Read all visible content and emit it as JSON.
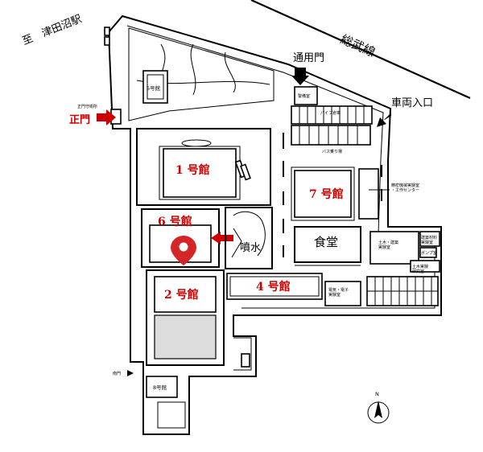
{
  "labels": {
    "to_station": "至　津田沼駅",
    "railway": "総武線",
    "main_gate": "正門",
    "main_guard": "正門守衛所",
    "service_gate": "通用門",
    "vehicle_entrance": "車両入口",
    "south_gate": "南門",
    "fountain": "噴水",
    "cafeteria": "食堂",
    "north": "N"
  },
  "buildings": {
    "hall1": "1 号館",
    "hall2": "2 号館",
    "hall4": "4 号館",
    "hall6": "6 号館",
    "hall7": "7 号館",
    "hall5": "5号館",
    "hall8": "8号館",
    "precision_lab": "精密機械実験室\n・工作センター",
    "civil_lab": "土木・建築\n実験室",
    "electric_lab": "電気・電子\n実験室",
    "arch_lab": "建築材料\n実験室",
    "pump_room": "ポンプ室",
    "civil_lab2": "土木実験\n研究室",
    "guard": "警備室",
    "pipe_room": "パイプ倉庫",
    "bus_stop": "バス乗り場"
  },
  "colors": {
    "accent": "#cc0000",
    "ink": "#000000",
    "shade": "#dcdcdc"
  },
  "icons": {
    "pin": "location-pin-icon",
    "compass": "north-compass-icon",
    "red_arrow": "red-arrow-icon",
    "black_arrow": "black-arrow-icon"
  }
}
